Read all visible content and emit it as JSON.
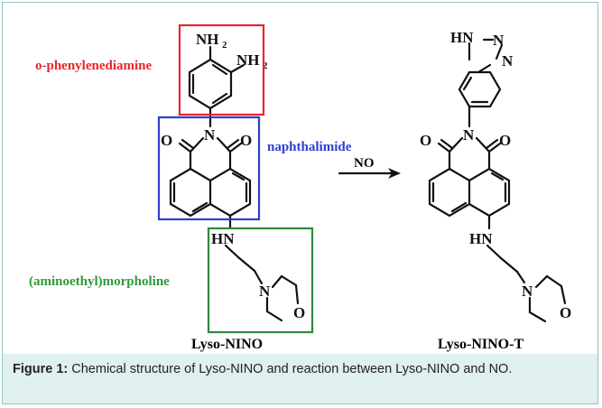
{
  "labels": {
    "o_phenylenediamine": "o-phenylenediamine",
    "naphthalimide": "naphthalimide",
    "aminoethyl_morpholine": "(aminoethyl)morpholine",
    "reagent": "NO",
    "reactant_name": "Lyso-NINO",
    "product_name": "Lyso-NINO-T"
  },
  "atoms": {
    "nh": "NH",
    "h2": "2",
    "hn": "HN",
    "n": "N",
    "o": "O",
    "hn_triazole": "HN",
    "n_triazole": "N"
  },
  "caption": {
    "label": "Figure 1:",
    "text": " Chemical structure of Lyso-NINO and reaction between Lyso-NINO and NO."
  },
  "colors": {
    "box_red": "#e8262b",
    "box_blue": "#2e3fd1",
    "box_green": "#2f8a3a",
    "label_red": "#e8262b",
    "label_blue": "#2e3fd1",
    "label_green": "#2f9a3a",
    "frame": "#8fc7c4",
    "caption_bg": "#dff0ef"
  }
}
